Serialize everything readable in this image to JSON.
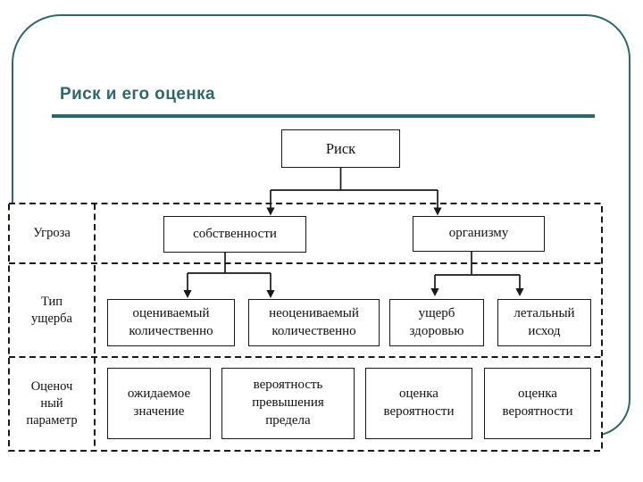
{
  "slide": {
    "title": "Риск и его оценка",
    "accent_color": "#2E6868",
    "line_color": "#1a1a1a"
  },
  "diagram": {
    "type": "flowchart",
    "root": {
      "label": "Риск"
    },
    "row_labels": [
      {
        "label": "Угроза"
      },
      {
        "label": "Тип\nущерба"
      },
      {
        "label": "Оценоч\nный\nпараметр"
      }
    ],
    "threat_targets": [
      {
        "label": "собственности"
      },
      {
        "label": "организму"
      }
    ],
    "damage_types": [
      {
        "label": "оцениваемый\nколичественно"
      },
      {
        "label": "неоцениваемый\nколичественно"
      },
      {
        "label": "ущерб\nздоровью"
      },
      {
        "label": "летальный\nисход"
      }
    ],
    "evaluation_params": [
      {
        "label": "ожидаемое\nзначение"
      },
      {
        "label": "вероятность\nпревышения\nпредела"
      },
      {
        "label": "оценка\nвероятности"
      },
      {
        "label": "оценка\nвероятности"
      }
    ],
    "hierarchy_note": "Риск → собственности → (оцениваемый количественно, неоцениваемый количественно); Риск → организму → (ущерб здоровью, летальный исход)"
  }
}
